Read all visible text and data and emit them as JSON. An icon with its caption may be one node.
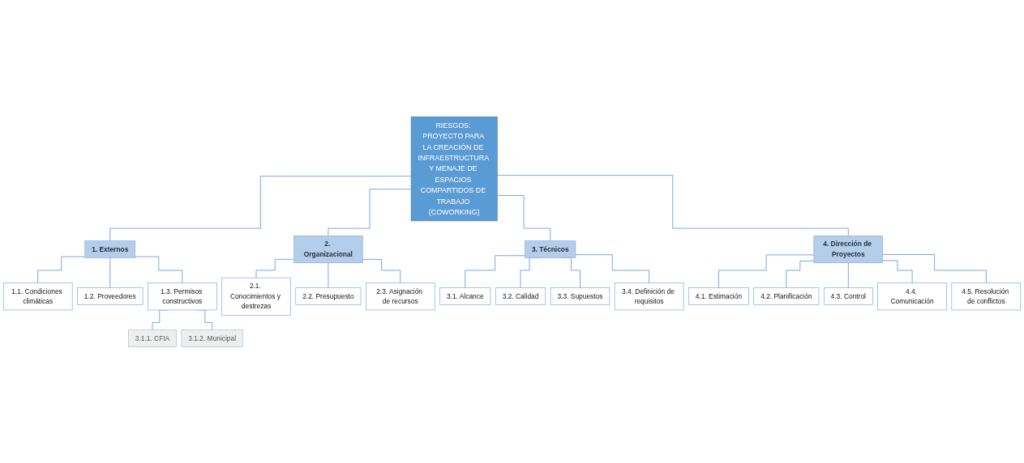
{
  "diagram": {
    "nodes": [
      {
        "text": [
          "RIESGOS: PROYECTO PARA LA CREACIÓN DE INFRAESTRUCTURA Y MENAJE DE ESPACIOS COMPARTIDOS DE TRABAJO (COWORKING)"
        ]
      },
      {
        "text": [
          "1. Externos"
        ]
      },
      {
        "text": [
          "1.1. Condiciones climáticas"
        ]
      },
      {
        "text": [
          "1.2. Proveedores"
        ]
      },
      {
        "text": [
          "1.3. Permisos constructivos"
        ]
      },
      {
        "text": [
          "3.1.1. CFIA"
        ]
      },
      {
        "text": [
          "3.1.2. Municipal"
        ]
      },
      {
        "text": [
          "2. Organizacional"
        ]
      },
      {
        "text": [
          "2.1. Conocimientos y destrezas"
        ]
      },
      {
        "text": [
          "2.2. Presupuesto"
        ]
      },
      {
        "text": [
          "2.3. Asignación de recursos"
        ]
      },
      {
        "text": [
          "3. Técnicos"
        ]
      },
      {
        "text": [
          "3.1. Alcance"
        ]
      },
      {
        "text": [
          "3.2. Calidad"
        ]
      },
      {
        "text": [
          "3.3. Supuestos"
        ]
      },
      {
        "text": [
          "3.4. Definición de requisitos"
        ]
      },
      {
        "text": [
          "4. Dirección de Proyectos"
        ]
      },
      {
        "text": [
          "4.1. Estimación"
        ]
      },
      {
        "text": [
          "4.2. Planificación"
        ]
      },
      {
        "text": [
          "4.3. Control"
        ]
      },
      {
        "text": [
          "4.4. Comunicación"
        ]
      },
      {
        "text": [
          "4.5. Resolución de conflictos"
        ]
      }
    ],
    "edges": [
      {
        "from": 0,
        "to": 1,
        "arrow": "none"
      },
      {
        "from": 0,
        "to": 7,
        "arrow": "none"
      },
      {
        "from": 0,
        "to": 11,
        "arrow": "none"
      },
      {
        "from": 0,
        "to": 16,
        "arrow": "none"
      },
      {
        "from": 1,
        "to": 2,
        "arrow": "none"
      },
      {
        "from": 1,
        "to": 3,
        "arrow": "none"
      },
      {
        "from": 1,
        "to": 4,
        "arrow": "none"
      },
      {
        "from": 4,
        "to": 5,
        "arrow": "none"
      },
      {
        "from": 4,
        "to": 6,
        "arrow": "none"
      },
      {
        "from": 7,
        "to": 8,
        "arrow": "none"
      },
      {
        "from": 7,
        "to": 9,
        "arrow": "none"
      },
      {
        "from": 7,
        "to": 10,
        "arrow": "none"
      },
      {
        "from": 11,
        "to": 12,
        "arrow": "none"
      },
      {
        "from": 11,
        "to": 13,
        "arrow": "none"
      },
      {
        "from": 11,
        "to": 14,
        "arrow": "none"
      },
      {
        "from": 11,
        "to": 15,
        "arrow": "none"
      },
      {
        "from": 16,
        "to": 17,
        "arrow": "none"
      },
      {
        "from": 16,
        "to": 18,
        "arrow": "none"
      },
      {
        "from": 16,
        "to": 19,
        "arrow": "none"
      },
      {
        "from": 16,
        "to": 20,
        "arrow": "none"
      },
      {
        "from": 16,
        "to": 21,
        "arrow": "none"
      }
    ]
  }
}
